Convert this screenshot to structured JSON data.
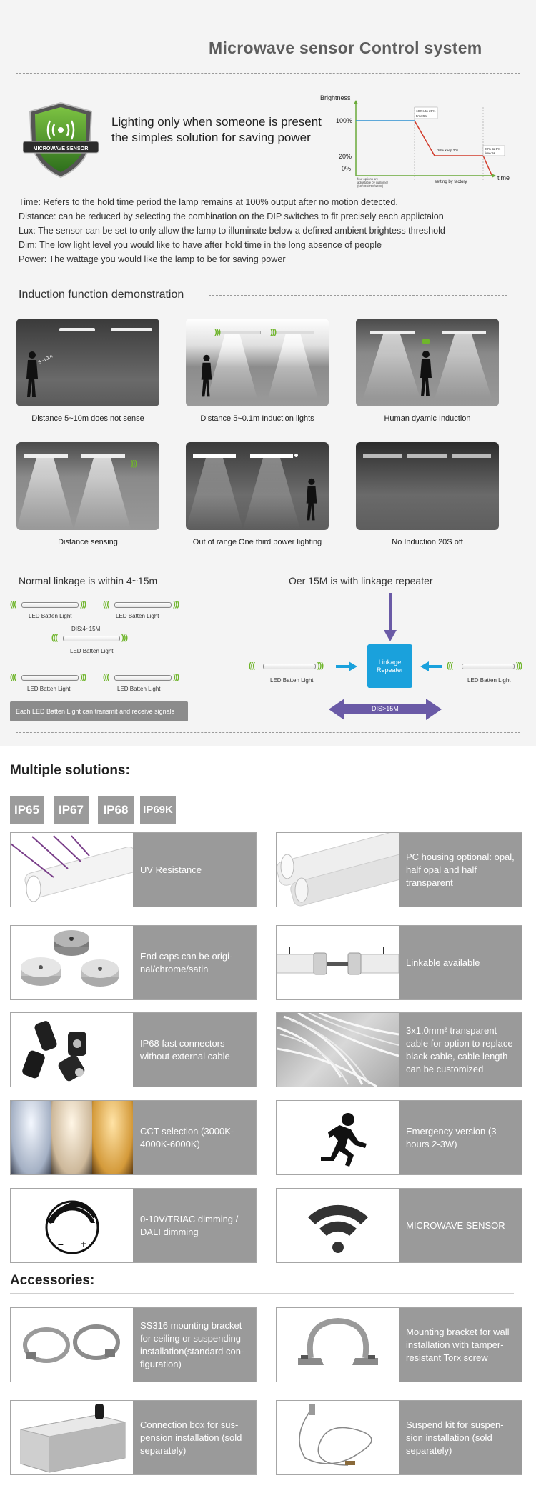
{
  "header": {
    "title": "Microwave sensor Control system",
    "badge_text": "MICROWAVE SENSOR",
    "tagline_line1": "Lighting only when someone is present",
    "tagline_line2": "the simples solution for saving power"
  },
  "graph": {
    "y_label": "Brightness",
    "x_label": "time",
    "tick_100": "100%",
    "tick_20": "20%",
    "tick_0": "0%",
    "note_1": "100% to 20%",
    "note_1b": "time:5s",
    "note_2": "20% keep 20s",
    "note_3": "20% to 0%",
    "note_3b": "time:5s",
    "left_note_1": "four options are",
    "left_note_2": "adjustable by customer",
    "left_note_3": "(5S/40S/70S/100S)",
    "factory_note": "setting by factory"
  },
  "descriptions": [
    "Time: Refers to the hold time period the lamp remains at 100% output after no motion detected.",
    "Distance: can be reduced by selecting the combination on the DIP switches to fit precisely each applictaion",
    "Lux: The sensor can be set to only allow the lamp to illuminate below a defined ambient brightess threshold",
    "Dim: The low light level you would like to have after hold time in the long absence of people",
    "Power: The wattage you would like the lamp to be for saving power"
  ],
  "demo": {
    "heading": "Induction function demonstration",
    "distance_tag": "5~10m",
    "captions": [
      "Distance 5~10m does not sense",
      "Distance 5~0.1m Induction lights",
      "Human dyamic Induction",
      "Distance sensing",
      "Out of range One third power lighting",
      "No Induction 20S off"
    ]
  },
  "linkage": {
    "normal_heading": "Normal linkage is within 4~15m",
    "over_heading": "Oer 15M is with linkage repeater",
    "lamp_label": "LED Batten Light",
    "dis_small": "DIS:4~15M",
    "signal_note": "Each LED Batten Light can transmit and receive signals",
    "repeater_line1": "Linkage",
    "repeater_line2": "Repeater",
    "dis_large": "DIS>15M"
  },
  "solutions": {
    "title": "Multiple solutions:",
    "ip_ratings": [
      "IP65",
      "IP67",
      "IP68",
      "IP69K"
    ],
    "cards": [
      "UV Resistance",
      "PC housing optional: opal, half opal and half transparent",
      "End caps can be origi-nal/chrome/satin",
      "Linkable available",
      "IP68 fast connectors without external cable",
      "3x1.0mm² transparent cable for option to replace black cable, cable length can be customized",
      "CCT selection (3000K-4000K-6000K)",
      "Emergency version (3 hours 2-3W)",
      "0-10V/TRIAC dimming / DALI dimming",
      "MICROWAVE SENSOR"
    ]
  },
  "accessories": {
    "title": "Accessories:",
    "cards": [
      "SS316 mounting bracket for ceiling or suspending installation(standard con-figuration)",
      "Mounting bracket for wall installation with tamper-resistant Torx screw",
      "Connection box for sus-pension installation (sold separately)",
      "Suspend kit for suspen-sion installation (sold separately)"
    ]
  },
  "colors": {
    "panel_bg": "#f4f4f4",
    "card_text_bg": "#9a9a9a",
    "repeater_blue": "#1aa1dc",
    "arrow_purple": "#6a5aa6",
    "wave_green": "#6fb52b"
  }
}
